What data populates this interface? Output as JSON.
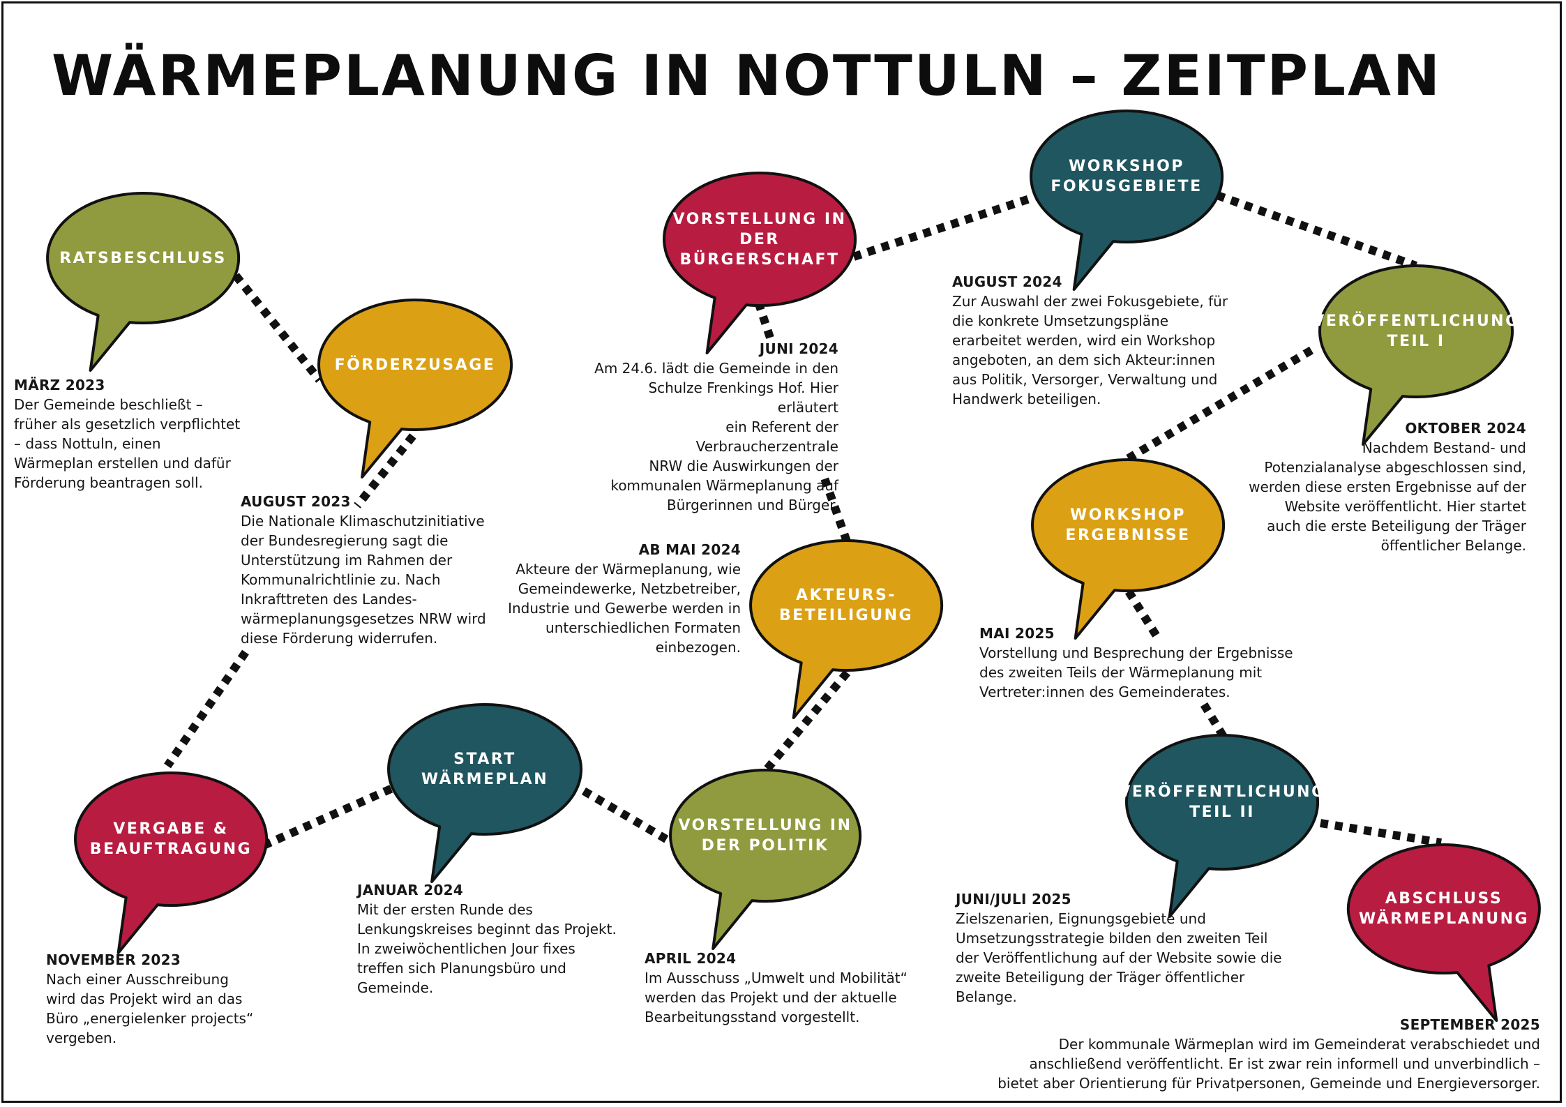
{
  "title": "WÄRMEPLANUNG IN NOTTULN – ZEITPLAN",
  "colors": {
    "olive": "#8F9B3E",
    "mustard": "#DCA015",
    "petrol": "#1F5660",
    "crimson": "#B81C40",
    "outline": "#111111"
  },
  "milestones": [
    {
      "id": "ratsbeschluss",
      "label": "RATSBESCHLUSS",
      "color": "olive",
      "date": "MÄRZ 2023",
      "text": "Der Gemeinde beschließt –\nfrüher als gesetzlich verpflichtet\n– dass Nottuln, einen\nWärmeplan erstellen und dafür\nFörderung beantragen soll."
    },
    {
      "id": "foerderzusage",
      "label": "FÖRDERZUSAGE",
      "color": "mustard",
      "date": "AUGUST 2023",
      "text": "Die Nationale Klimaschutzinitiative\nder Bundesregierung sagt die\nUnterstützung im Rahmen der\nKommunalrichtlinie zu.  Nach\nInkrafttreten des Landes-\nwärmeplanungsgesetzes  NRW wird\ndiese Förderung widerrufen."
    },
    {
      "id": "vergabe",
      "label": "VERGABE &\nBEAUFTRAGUNG",
      "color": "crimson",
      "date": "NOVEMBER 2023",
      "text": "Nach einer Ausschreibung\nwird das Projekt wird an das\nBüro „energielenker projects“\nvergeben."
    },
    {
      "id": "start",
      "label": "START\nWÄRMEPLAN",
      "color": "petrol",
      "date": "JANUAR 2024",
      "text": "Mit der ersten Runde des\nLenkungskreises beginnt das Projekt.\nIn zweiwöchentlichen Jour fixes\ntreffen sich Planungsbüro und\nGemeinde."
    },
    {
      "id": "politik",
      "label": "VORSTELLUNG IN\nDER POLITIK",
      "color": "olive",
      "date": "APRIL 2024",
      "text": "Im Ausschuss „Umwelt und Mobilität“\nwerden das Projekt und der aktuelle\nBearbeitungsstand vorgestellt."
    },
    {
      "id": "akteure",
      "label": "AKTEURS-\nBETEILIGUNG",
      "color": "mustard",
      "date": "AB MAI 2024",
      "text": "Akteure der Wärmeplanung, wie\nGemeindewerke, Netzbetreiber,\nIndustrie und Gewerbe werden in\nunterschiedlichen Formaten\neinbezogen."
    },
    {
      "id": "buergerschaft",
      "label": "VORSTELLUNG IN\nDER BÜRGERSCHAFT",
      "color": "crimson",
      "date": "JUNI 2024",
      "text": "Am 24.6. lädt die Gemeinde in den\nSchulze Frenkings Hof. Hier erläutert\nein Referent der Verbraucherzentrale\nNRW die Auswirkungen der\nkommunalen Wärmeplanung auf\nBürgerinnen und Bürger."
    },
    {
      "id": "fokusgebiete",
      "label": "WORKSHOP\nFOKUSGEBIETE",
      "color": "petrol",
      "date": "AUGUST 2024",
      "text": "Zur Auswahl der zwei Fokusgebiete, für\ndie konkrete Umsetzungspläne\nerarbeitet werden, wird ein Workshop\nangeboten, an dem sich Akteur:innen\naus Politik, Versorger, Verwaltung und\nHandwerk beteiligen."
    },
    {
      "id": "teil1",
      "label": "VERÖFFENTLICHUNG\nTEIL I",
      "color": "olive",
      "date": "OKTOBER 2024",
      "text": "Nachdem Bestand- und\nPotenzialanalyse abgeschlossen sind,\nwerden diese ersten Ergebnisse auf der\nWebsite veröffentlicht. Hier startet\nauch die erste Beteiligung der Träger\nöffentlicher Belange."
    },
    {
      "id": "ergebnisse",
      "label": "WORKSHOP\nERGEBNISSE",
      "color": "mustard",
      "date": "MAI 2025",
      "text": "Vorstellung und Besprechung der Ergebnisse\ndes zweiten Teils der Wärmeplanung mit\nVertreter:innen des Gemeinderates."
    },
    {
      "id": "teil2",
      "label": "VERÖFFENTLICHUNG\nTEIL II",
      "color": "petrol",
      "date": "JUNI/JULI 2025",
      "text": "Zielszenarien, Eignungsgebiete und\nUmsetzungsstrategie bilden den zweiten Teil\nder Veröffentlichung auf der Website sowie die\nzweite Beteiligung der Träger öffentlicher\nBelange."
    },
    {
      "id": "abschluss",
      "label": "ABSCHLUSS\nWÄRMEPLANUNG",
      "color": "crimson",
      "date": "SEPTEMBER 2025",
      "text": "Der kommunale Wärmeplan wird im Gemeinderat verabschiedet und\nanschließend veröffentlicht. Er ist zwar rein informell und unverbindlich –\nbietet aber Orientierung für Privatpersonen, Gemeinde und Energieversorger."
    }
  ]
}
